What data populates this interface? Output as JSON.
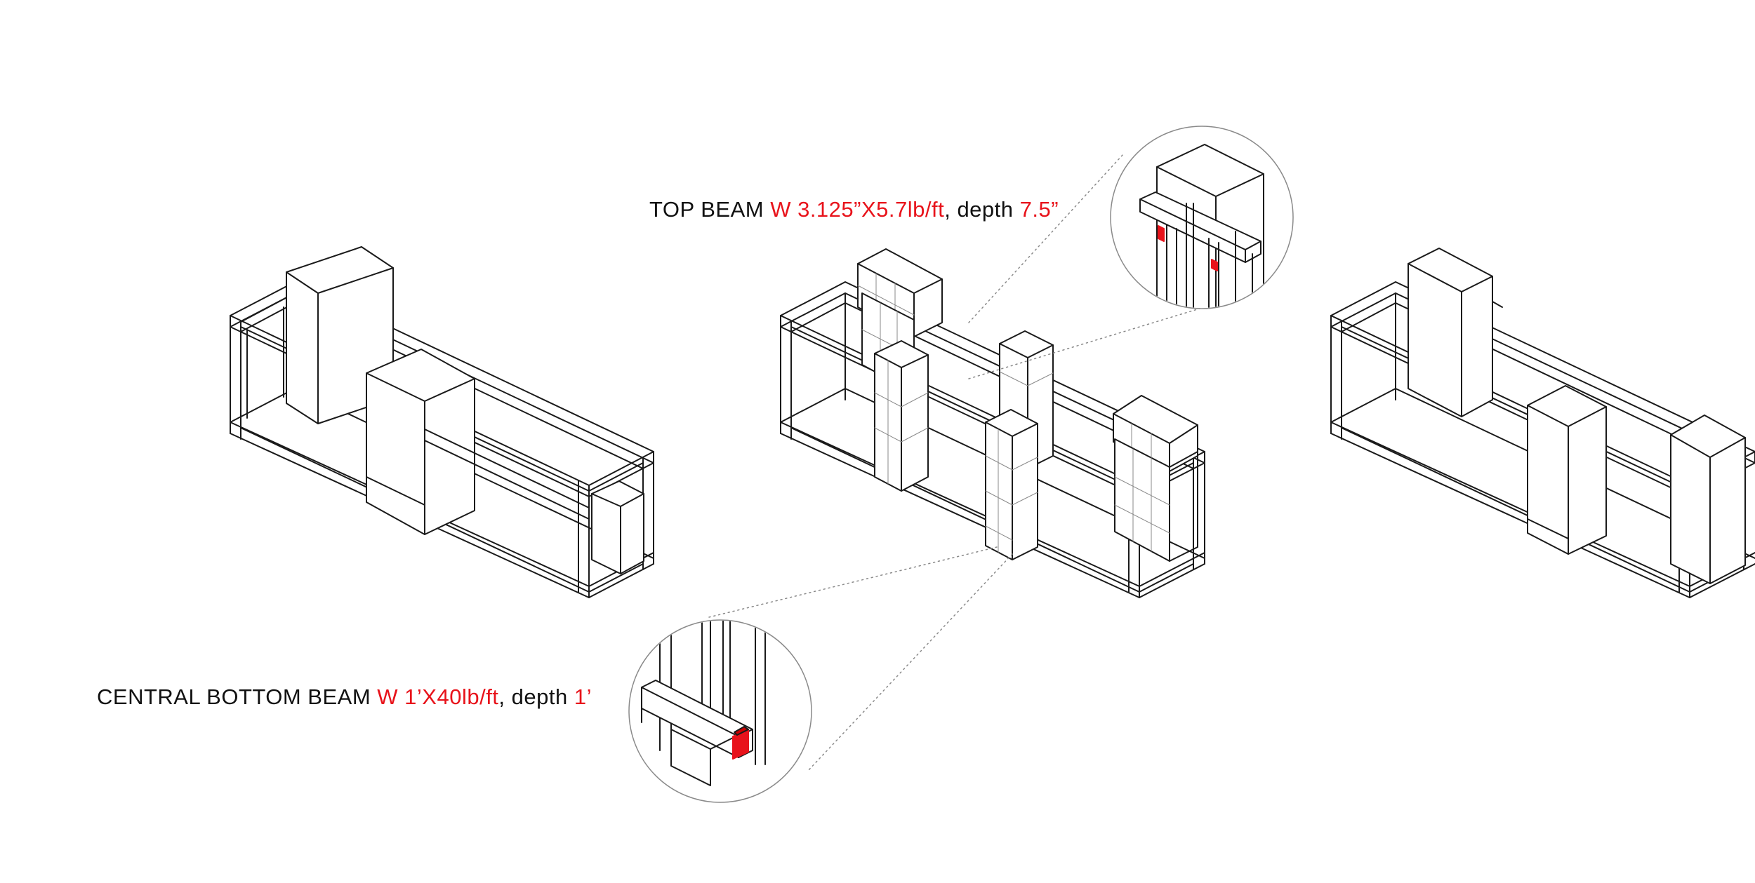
{
  "labels": {
    "top_beam": {
      "name": "TOP BEAM",
      "spec": "W 3.125”X5.7lb/ft",
      "sep": ", depth ",
      "depth": "7.5”"
    },
    "central_bottom_beam": {
      "name": "CENTRAL BOTTOM BEAM",
      "spec": "W 1’X40lb/ft",
      "sep": ", depth ",
      "depth": "1’"
    }
  },
  "colors": {
    "line": "#1a1a1a",
    "thin": "#8a8a8a",
    "accent": "#e8131b",
    "background": "#ffffff"
  }
}
